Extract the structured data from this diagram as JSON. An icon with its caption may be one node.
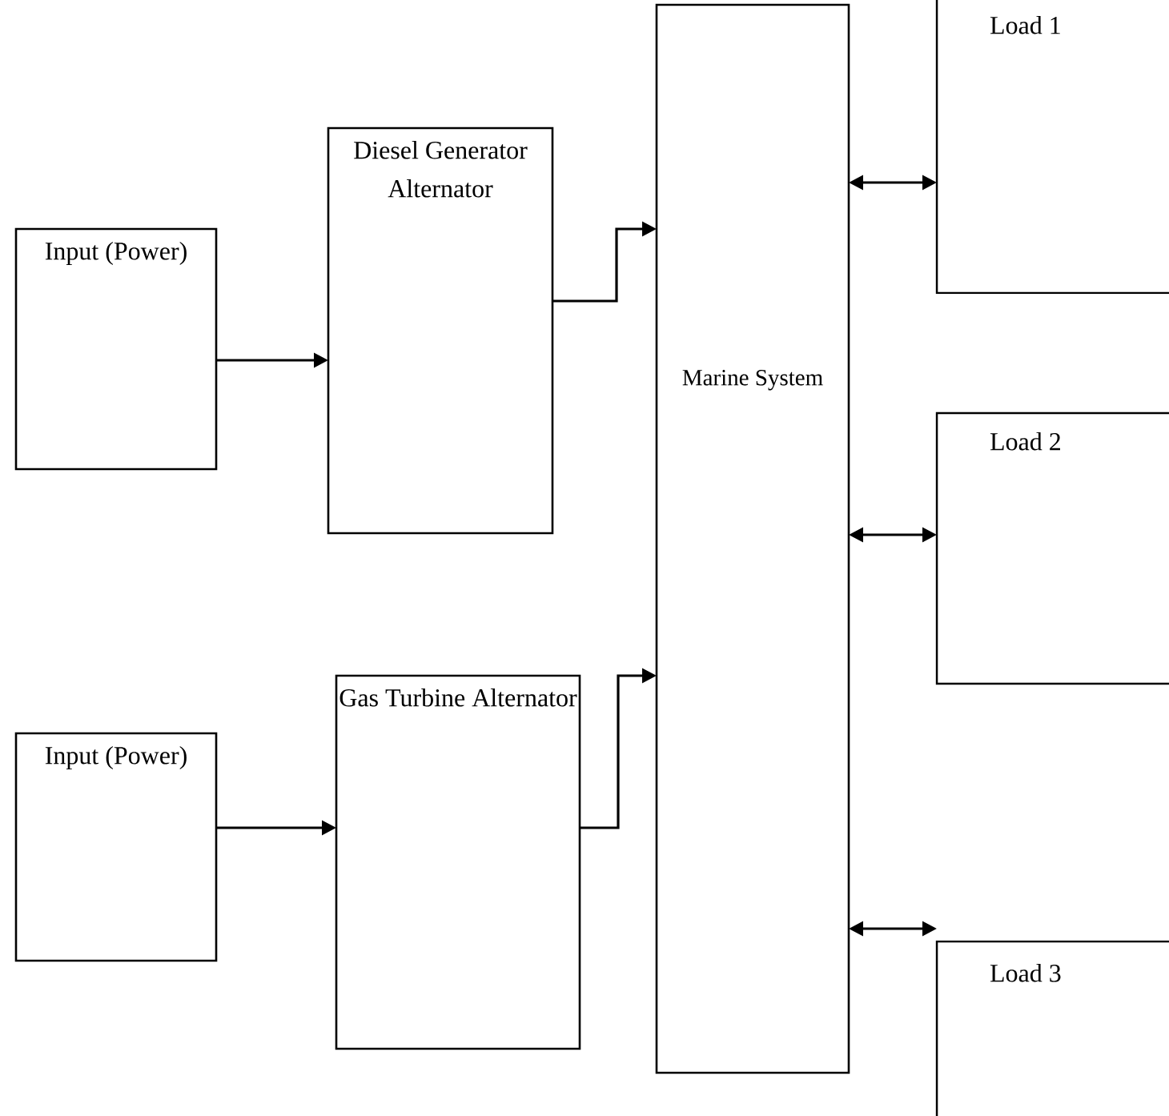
{
  "diagram": {
    "nodes": [
      {
        "text": [
          "Input (Power)"
        ]
      },
      {
        "text": [
          "Diesel Generator Alternator"
        ]
      },
      {
        "text": [
          "Input (Power)"
        ]
      },
      {
        "text": [
          "Gas Turbine Alternator"
        ]
      },
      {
        "text": [
          "Marine System"
        ]
      },
      {
        "text": [
          "Load 1"
        ]
      },
      {
        "text": [
          "Load 2"
        ]
      },
      {
        "text": [
          "Load 3"
        ]
      }
    ],
    "edges": [
      {
        "from": 0,
        "to": 1,
        "arrow": "to"
      },
      {
        "from": 1,
        "to": 4,
        "arrow": "to"
      },
      {
        "from": 2,
        "to": 3,
        "arrow": "to"
      },
      {
        "from": 3,
        "to": 4,
        "arrow": "to"
      },
      {
        "from": 4,
        "to": 5,
        "arrow": "both"
      },
      {
        "from": 4,
        "to": 6,
        "arrow": "both"
      },
      {
        "from": 4,
        "to": 7,
        "arrow": "both"
      }
    ]
  }
}
